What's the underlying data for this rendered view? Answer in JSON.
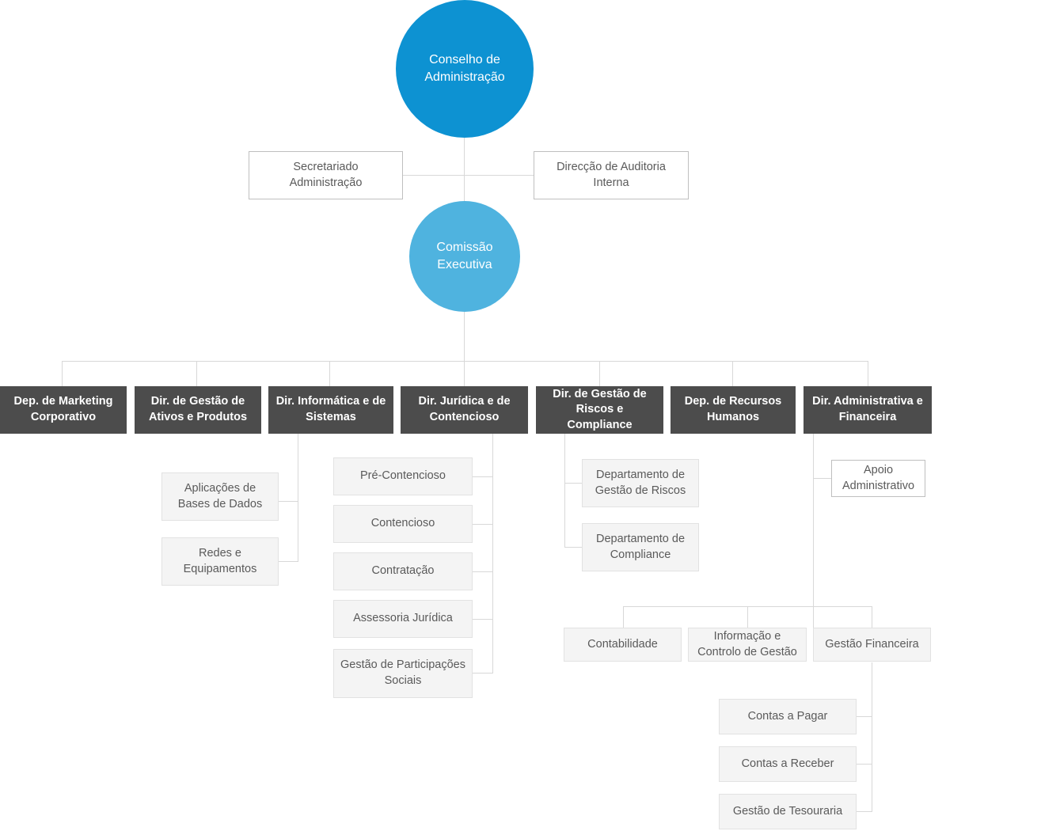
{
  "colors": {
    "root_circle": "#0d92d2",
    "exec_circle": "#4fb3df",
    "department_box": "#4c4c4c",
    "sub_box_fill": "#f4f4f4",
    "sub_box_border": "#e2e2e2",
    "outline_box_border": "#bfbfbf",
    "connector_line": "#d8d8d8",
    "text_dark": "#5a5a5a",
    "text_light": "#ffffff",
    "background": "#ffffff"
  },
  "root": {
    "label": "Conselho de Administração",
    "line1": "Conselho de",
    "line2": "Administração"
  },
  "staff": [
    {
      "label": "Secretariado Administração",
      "line1": "Secretariado",
      "line2": "Administração"
    },
    {
      "label": "Direcção de Auditoria Interna",
      "line1": "Direcção de",
      "line2": "Auditoria Interna"
    }
  ],
  "executive": {
    "label": "Comissão Executiva",
    "line1": "Comissão",
    "line2": "Executiva"
  },
  "departments": [
    {
      "id": "marketing",
      "label": "Dep. de Marketing Corporativo",
      "line1": "Dep. de Marketing",
      "line2": "Corporativo",
      "children": []
    },
    {
      "id": "ativos",
      "label": "Dir. de Gestão de Ativos e Produtos",
      "line1": "Dir. de Gestão de",
      "line2": "Ativos e Produtos",
      "children": []
    },
    {
      "id": "informatica",
      "label": "Dir. Informática e de Sistemas",
      "line1": "Dir. Informática",
      "line2": "e de Sistemas",
      "children": [
        {
          "label": "Aplicações de Bases de Dados",
          "line1": "Aplicações de",
          "line2": "Bases de Dados"
        },
        {
          "label": "Redes e Equipamentos",
          "line1": "Redes e",
          "line2": "Equipamentos"
        }
      ]
    },
    {
      "id": "juridica",
      "label": "Dir. Jurídica e de Contencioso",
      "line1": "Dir. Jurídica",
      "line2": "e de Contencioso",
      "children": [
        {
          "label": "Pré-Contencioso",
          "line1": "Pré-Contencioso",
          "line2": ""
        },
        {
          "label": "Contencioso",
          "line1": "Contencioso",
          "line2": ""
        },
        {
          "label": "Contratação",
          "line1": "Contratação",
          "line2": ""
        },
        {
          "label": "Assessoria Jurídica",
          "line1": "Assessoria Jurídica",
          "line2": ""
        },
        {
          "label": "Gestão de Participações Sociais",
          "line1": "Gestão de Participações",
          "line2": "Sociais"
        }
      ]
    },
    {
      "id": "riscos",
      "label": "Dir. de Gestão de Riscos e Compliance",
      "line1": "Dir. de Gestão de",
      "line2": "Riscos e Compliance",
      "children": [
        {
          "label": "Departamento de Gestão de Riscos",
          "line1": "Departamento de",
          "line2": "Gestão de Riscos"
        },
        {
          "label": "Departamento de Compliance",
          "line1": "Departamento de",
          "line2": "Compliance"
        }
      ]
    },
    {
      "id": "rh",
      "label": "Dep. de Recursos Humanos",
      "line1": "Dep. de Recursos",
      "line2": "Humanos",
      "children": []
    },
    {
      "id": "adminfin",
      "label": "Dir. Administrativa e Financeira",
      "line1": "Dir. Administrativa",
      "line2": "e Financeira",
      "children": [
        {
          "label": "Apoio Administrativo",
          "line1": "Apoio",
          "line2": "Administrativo"
        },
        {
          "label": "Contabilidade",
          "line1": "Contabilidade",
          "line2": ""
        },
        {
          "label": "Informação e Controlo de Gestão",
          "line1": "Informação e",
          "line2": "Controlo de Gestão"
        },
        {
          "label": "Gestão Financeira",
          "line1": "Gestão Financeira",
          "line2": ""
        }
      ]
    }
  ],
  "financeira_children": [
    {
      "label": "Contas a Pagar",
      "line1": "Contas a Pagar",
      "line2": ""
    },
    {
      "label": "Contas a Receber",
      "line1": "Contas a Receber",
      "line2": ""
    },
    {
      "label": "Gestão de Tesouraria",
      "line1": "Gestão de Tesouraria",
      "line2": ""
    }
  ]
}
